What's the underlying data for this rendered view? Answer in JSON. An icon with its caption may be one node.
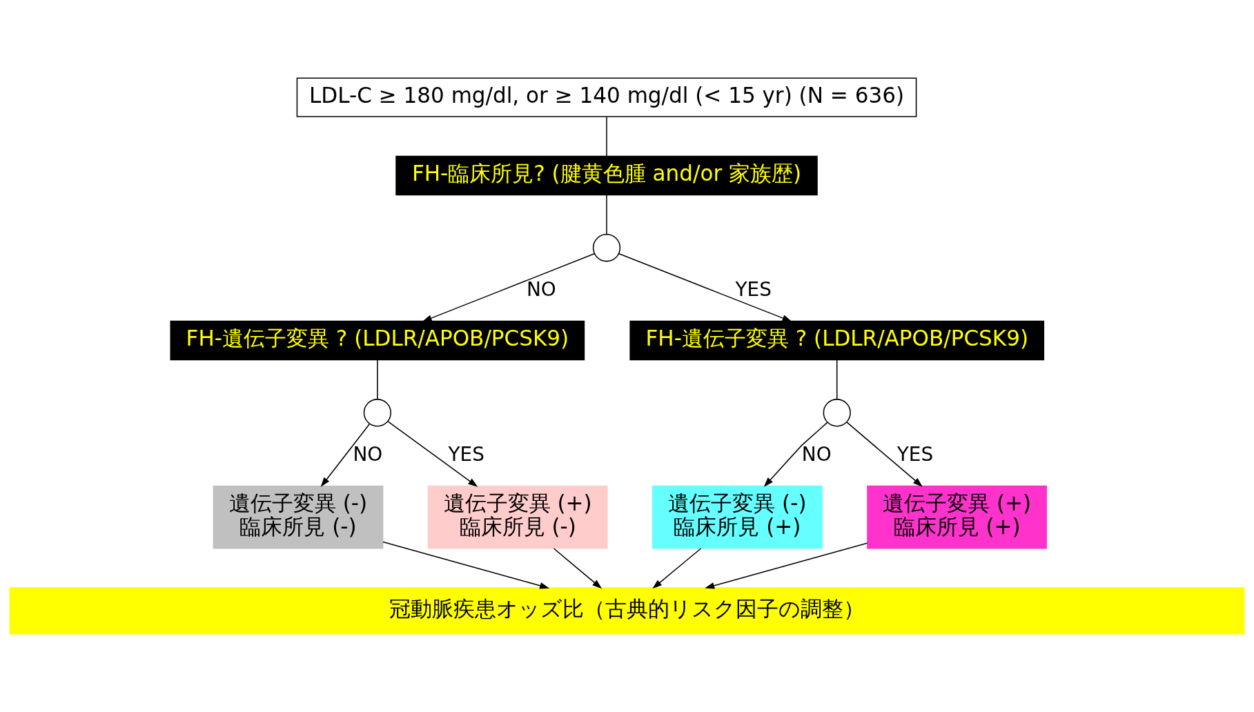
{
  "diagram": {
    "nodes": [
      {
        "text": [
          "LDL-C ≥ 180 mg/dl, or ≥ 140 mg/dl (< 15 yr) (N = 636)"
        ]
      },
      {
        "text": [
          "FH-臨床所見? (腱黄色腫 and/or 家族歴)"
        ]
      },
      {
        "text": [],
        "shape": "circle"
      },
      {
        "text": [
          "FH-遺伝子変異 ? (LDLR/APOB/PCSK9)"
        ]
      },
      {
        "text": [
          "FH-遺伝子変異 ? (LDLR/APOB/PCSK9)"
        ]
      },
      {
        "text": [],
        "shape": "circle"
      },
      {
        "text": [],
        "shape": "circle"
      },
      {
        "text": [
          "遺伝子変異 (-)",
          "臨床所見 (-)"
        ]
      },
      {
        "text": [
          "遺伝子変異 (+)",
          "臨床所見 (-)"
        ]
      },
      {
        "text": [
          "遺伝子変異 (-)",
          "臨床所見 (+)"
        ]
      },
      {
        "text": [
          "遺伝子変異 (+)",
          "臨床所見 (+)"
        ]
      },
      {
        "text": [
          "冠動脈疾患オッズ比（古典的リスク因子の調整）"
        ]
      }
    ],
    "edges": [
      {
        "from": 0,
        "to": 1,
        "arrow": "none"
      },
      {
        "from": 1,
        "to": 2,
        "arrow": "none"
      },
      {
        "from": 2,
        "to": 3,
        "arrow": "to",
        "label": "NO"
      },
      {
        "from": 2,
        "to": 4,
        "arrow": "to",
        "label": "YES"
      },
      {
        "from": 3,
        "to": 5,
        "arrow": "none"
      },
      {
        "from": 4,
        "to": 6,
        "arrow": "none"
      },
      {
        "from": 5,
        "to": 7,
        "arrow": "to",
        "label": "NO"
      },
      {
        "from": 5,
        "to": 8,
        "arrow": "to",
        "label": "YES"
      },
      {
        "from": 6,
        "to": 9,
        "arrow": "to",
        "label": "NO"
      },
      {
        "from": 6,
        "to": 10,
        "arrow": "to",
        "label": "YES"
      },
      {
        "from": 7,
        "to": 11,
        "arrow": "to"
      },
      {
        "from": 8,
        "to": 11,
        "arrow": "to"
      },
      {
        "from": 9,
        "to": 11,
        "arrow": "to"
      },
      {
        "from": 10,
        "to": 11,
        "arrow": "to"
      }
    ]
  }
}
